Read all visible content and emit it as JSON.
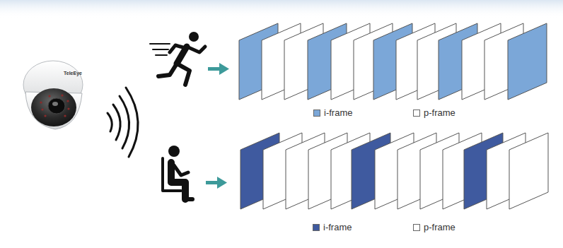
{
  "diagram": {
    "labels": [
      "TeleEye"
    ],
    "legend": [
      {
        "text": "i-frame",
        "color": "#7ba7d8"
      },
      {
        "text": "p-frame",
        "color": "#ffffff"
      },
      {
        "text": "i-frame",
        "color": "#3f5a9f"
      },
      {
        "text": "p-frame",
        "color": "#ffffff"
      }
    ]
  }
}
